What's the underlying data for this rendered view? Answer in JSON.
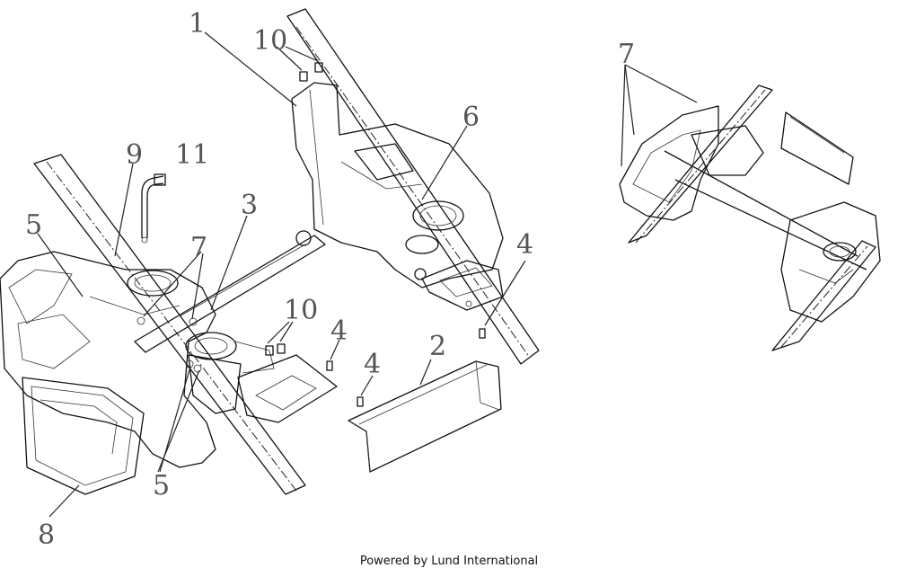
{
  "callouts": [
    {
      "id": "c1",
      "label": "1"
    },
    {
      "id": "c10a",
      "label": "10"
    },
    {
      "id": "c6",
      "label": "6"
    },
    {
      "id": "c9",
      "label": "9"
    },
    {
      "id": "c11",
      "label": "11"
    },
    {
      "id": "c3",
      "label": "3"
    },
    {
      "id": "c5a",
      "label": "5"
    },
    {
      "id": "c7a",
      "label": "7"
    },
    {
      "id": "c10b",
      "label": "10"
    },
    {
      "id": "c4a",
      "label": "4"
    },
    {
      "id": "c4b",
      "label": "4"
    },
    {
      "id": "c4c",
      "label": "4"
    },
    {
      "id": "c2",
      "label": "2"
    },
    {
      "id": "c5b",
      "label": "5"
    },
    {
      "id": "c8",
      "label": "8"
    },
    {
      "id": "c7b",
      "label": "7"
    }
  ],
  "footer": "Powered by Lund International"
}
